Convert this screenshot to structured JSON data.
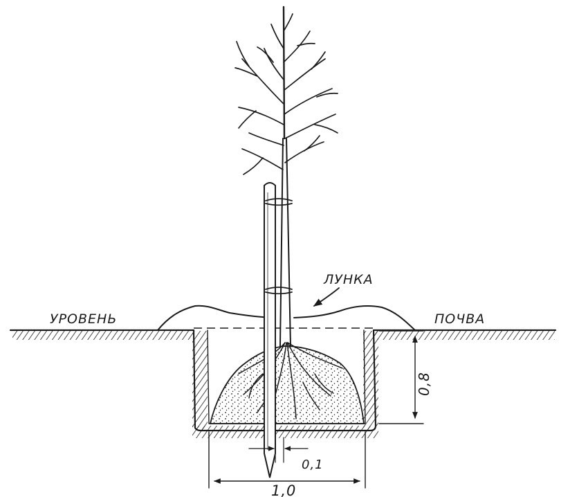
{
  "labels": {
    "hole": "ЛУНКА",
    "level": "УРОВЕНЬ",
    "soil": "ПОЧВА",
    "depth": "0,8",
    "stake_offset": "0,1",
    "width": "1,0"
  },
  "colors": {
    "ink": "#1a1a1a",
    "paper": "#ffffff"
  }
}
